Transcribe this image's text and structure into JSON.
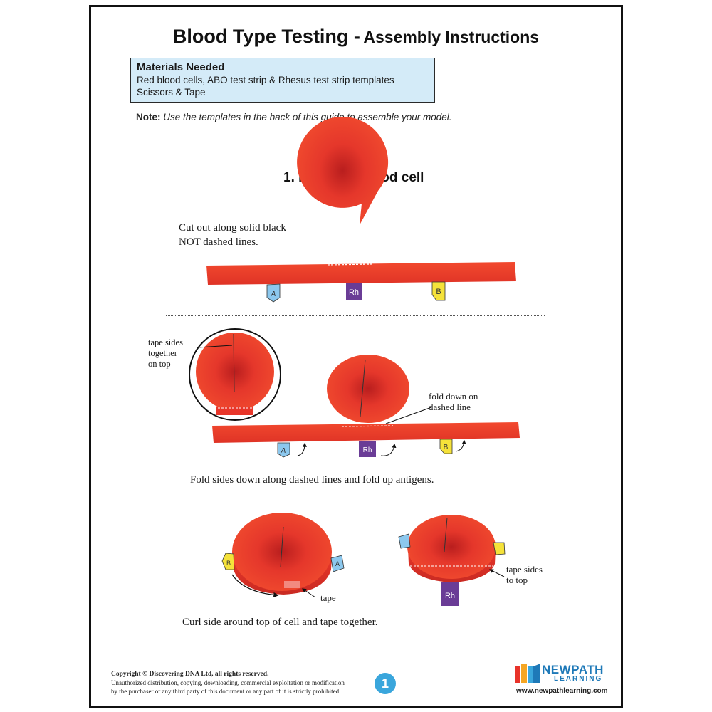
{
  "header": {
    "title_main": "Blood Type Testing -",
    "title_sub": "Assembly Instructions"
  },
  "materials": {
    "heading": "Materials Needed",
    "lines": [
      "Red blood cells, ABO test strip & Rhesus test strip templates",
      "Scissors & Tape"
    ]
  },
  "note": {
    "label": "Note:",
    "text": "Use the templates in the back of this guide to assemble your model."
  },
  "step1": {
    "title": "1.  Make red blood cell",
    "cut_text_1": "Cut out along solid black",
    "cut_text_2": "NOT dashed lines.",
    "tape_sides_1": "tape sides",
    "tape_sides_2": "together",
    "tape_sides_3": "on top",
    "fold_down_1": "fold down on",
    "fold_down_2": "dashed line",
    "fold_caption": "Fold sides down along dashed lines and fold up antigens.",
    "tape_label": "tape",
    "tape_top_1": "tape sides",
    "tape_top_2": "to top",
    "curl_caption": "Curl side around top of cell and tape together."
  },
  "antigens": {
    "a": "A",
    "rh": "Rh",
    "b": "B"
  },
  "colors": {
    "cell_red": "#e8332a",
    "antigen_a": "#8cc8ee",
    "antigen_rh": "#6a3c96",
    "antigen_b": "#f5e23a",
    "materials_bg": "#d4ebf8",
    "page_badge": "#3aa6dc"
  },
  "footer": {
    "copyright": "Copyright © Discovering DNA Ltd, all rights reserved.",
    "legal_1": "Unauthorized distribution, copying, downloading, commercial exploitation or modification",
    "legal_2": "by the purchaser or any third party of this document or any part of it is strictly prohibited.",
    "page_number": "1",
    "logo_name": "NEWPATH",
    "logo_sub": "LEARNING",
    "url": "www.newpathlearning.com"
  }
}
